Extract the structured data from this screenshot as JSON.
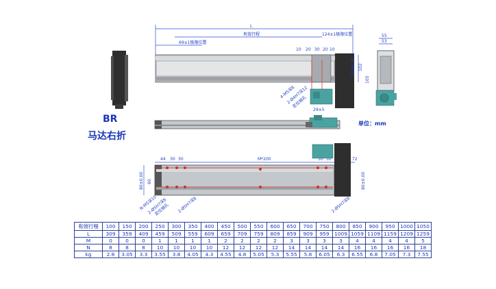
{
  "labels": {
    "model": "BR",
    "motor_mount": "马达右折",
    "unit": "单位：mm"
  },
  "dimensions": {
    "top_view": {
      "overall": "L",
      "stroke": "有效行程",
      "left_limit": "69±1极限位置",
      "right_limit": "124±1极限位置",
      "small_1": "10",
      "small_2": "20",
      "small_3": "30",
      "small_4": "20",
      "small_5": "10",
      "height_1": "91±0.00",
      "height_2": "102",
      "height_3": "105",
      "side_width_1": "55",
      "side_width_2": "53",
      "hole_1": "4-M5深8",
      "hole_2": "2-Ø4H7深12",
      "hole_2_sub": "定位销孔",
      "bottom_29": "29±5"
    },
    "bottom_view": {
      "left_44": "44",
      "left_30a": "30",
      "left_30b": "30",
      "pitch": "M*200",
      "right_30a": "30",
      "right_30b": "30",
      "right_72": "72",
      "height_80": "80±0.00",
      "height_60": "60",
      "height_80b": "80±0.00",
      "hole_a": "N-M5深10",
      "hole_b": "2-Ø5H7深8",
      "hole_b_sub": "定位销孔",
      "hole_c": "2-Ø5H7深8",
      "hole_d": "2-Ø5H7深8"
    }
  },
  "spec_table": {
    "rows": [
      {
        "label": "有效行程",
        "values": [
          "100",
          "150",
          "200",
          "250",
          "300",
          "350",
          "400",
          "450",
          "500",
          "550",
          "600",
          "650",
          "700",
          "750",
          "800",
          "850",
          "900",
          "950",
          "1000",
          "1050"
        ]
      },
      {
        "label": "L",
        "values": [
          "309",
          "359",
          "409",
          "459",
          "509",
          "559",
          "609",
          "659",
          "709",
          "759",
          "809",
          "859",
          "909",
          "959",
          "1009",
          "1059",
          "1109",
          "1159",
          "1209",
          "1259"
        ]
      },
      {
        "label": "M",
        "values": [
          "0",
          "0",
          "0",
          "1",
          "1",
          "1",
          "1",
          "2",
          "2",
          "2",
          "2",
          "3",
          "3",
          "3",
          "3",
          "4",
          "4",
          "4",
          "4",
          "5"
        ]
      },
      {
        "label": "N",
        "values": [
          "8",
          "8",
          "8",
          "10",
          "10",
          "10",
          "10",
          "12",
          "12",
          "12",
          "12",
          "14",
          "14",
          "14",
          "14",
          "16",
          "16",
          "16",
          "16",
          "18"
        ]
      },
      {
        "label": "kg",
        "values": [
          "2.8",
          "3.05",
          "3.3",
          "3.55",
          "3.8",
          "4.05",
          "4.3",
          "4.55",
          "4.8",
          "5.05",
          "5.3",
          "5.55",
          "5.8",
          "6.05",
          "6.3",
          "6.55",
          "6.8",
          "7.05",
          "7.3",
          "7.55"
        ]
      }
    ]
  },
  "colors": {
    "dimension": "#1f3fbf",
    "body": "#b9bcc0",
    "motor": "#2e2e2e",
    "coupler": "#4aa3a0",
    "marker": "#d22a2a"
  }
}
